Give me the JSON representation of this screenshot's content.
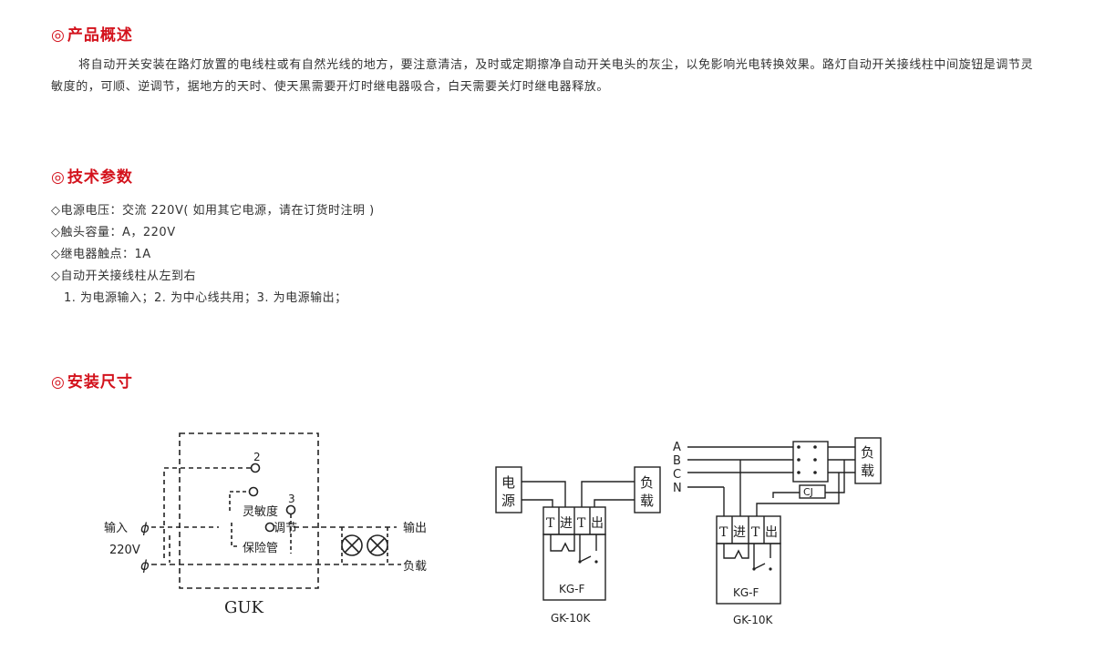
{
  "section_overview": {
    "mark": "◎",
    "title": "产品概述",
    "paragraph": "将自动开关安装在路灯放置的电线柱或有自然光线的地方，要注意清洁，及时或定期擦净自动开关电头的灰尘，以免影响光电转换效果。路灯自动开关接线柱中间旋钮是调节灵敏度的，可顺、逆调节，据地方的天时、使天黑需要开灯时继电器吸合，白天需要关灯时继电器释放。"
  },
  "section_specs": {
    "mark": "◎",
    "title": "技术参数",
    "items": [
      "◇电源电压：交流 220V( 如用其它电源，请在订货时注明 )",
      "◇触头容量：A，220V",
      "◇继电器触点：1A",
      "◇自动开关接线柱从左到右"
    ],
    "sub_item": "1. 为电源输入；2. 为中心线共用；3. 为电源输出；"
  },
  "section_install": {
    "mark": "◎",
    "title": "安装尺寸"
  },
  "diagram_guk": {
    "terminal_2": "2",
    "terminal_3": "3",
    "input_label": "输入",
    "voltage_label": "220V",
    "sensitivity_label": "灵敏度",
    "adjust_label": "调节",
    "fuse_label": "保险管",
    "output_label": "输出",
    "load_label": "负载",
    "model_label": "GUK"
  },
  "diagram_gk10k_single": {
    "power_label": [
      "电",
      "源"
    ],
    "load_label": [
      "负",
      "载"
    ],
    "terminal_labels": [
      "T",
      "进",
      "T",
      "出"
    ],
    "device_label": "KG-F",
    "model_label": "GK-10K"
  },
  "diagram_gk10k_three_phase": {
    "phase_labels": [
      "A",
      "B",
      "C",
      "N"
    ],
    "load_label": [
      "负",
      "载"
    ],
    "contactor_label": "CJ",
    "terminal_labels": [
      "T",
      "进",
      "T",
      "出"
    ],
    "device_label": "KG-F",
    "model_label": "GK-10K"
  }
}
